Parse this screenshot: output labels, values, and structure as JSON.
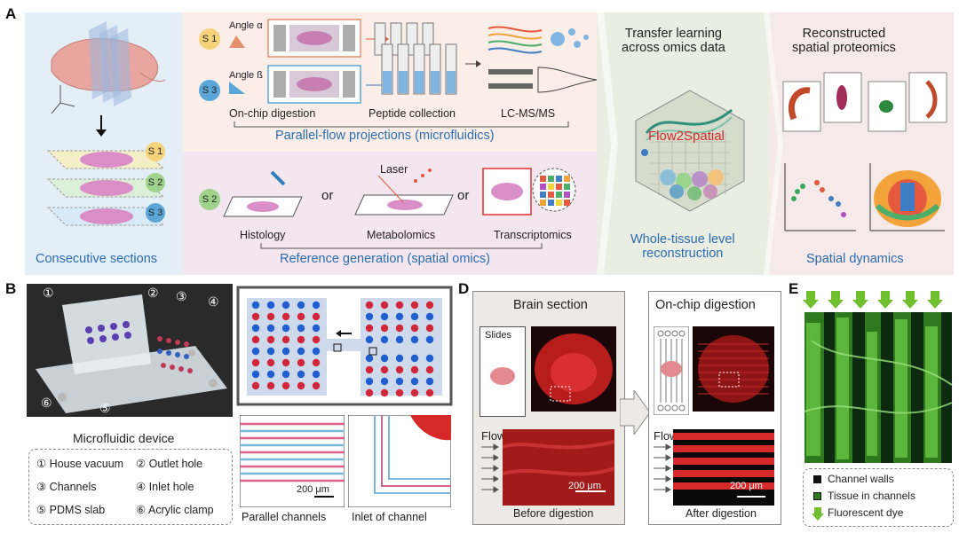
{
  "panel_a": {
    "label": "A",
    "consecutive_sections": "Consecutive sections",
    "section_tags": [
      "S 1",
      "S 2",
      "S 3"
    ],
    "angle_alpha": "Angle α",
    "angle_beta": "Angle ß",
    "s1": "S 1",
    "s3": "S 3",
    "s2": "S 2",
    "on_chip_digestion": "On-chip digestion",
    "peptide_collection": "Peptide collection",
    "lcms": "LC-MS/MS",
    "parallel_flow": "Parallel-flow projections (microfluidics)",
    "histology": "Histology",
    "or1": "or",
    "or2": "or",
    "laser": "Laser",
    "metabolomics": "Metabolomics",
    "transcriptomics": "Transcriptomics",
    "reference_generation": "Reference generation (spatial omics)",
    "transfer_learning": "Transfer learning\nacross omics data",
    "flow2spatial": "Flow2Spatial",
    "whole_tissue": "Whole-tissue level\nreconstruction",
    "reconstructed": "Reconstructed\nspatial proteomics",
    "spatial_dynamics": "Spatial dynamics"
  },
  "panel_b": {
    "label": "B",
    "callouts": [
      "①",
      "②",
      "③",
      "④",
      "⑤",
      "⑥"
    ],
    "device_caption": "Microfluidic device",
    "legend": [
      [
        "① House vacuum",
        "② Outlet hole"
      ],
      [
        "③ Channels",
        "④ Inlet hole"
      ],
      [
        "⑤ PDMS slab",
        "⑥ Acrylic clamp"
      ]
    ],
    "scale": "200 μm",
    "parallel_channels": "Parallel channels",
    "inlet_of_channel": "Inlet of channel"
  },
  "panel_d": {
    "label": "D",
    "brain_section": "Brain section",
    "slides": "Slides",
    "flow_left": "Flow",
    "scale_left": "200 μm",
    "before_digestion": "Before digestion",
    "on_chip_digestion": "On-chip digestion",
    "flow_right": "Flow",
    "scale_right": "200 μm",
    "after_digestion": "After digestion"
  },
  "panel_e": {
    "label": "E",
    "legend": [
      "Channel walls",
      "Tissue in channels",
      "Fluorescent dye"
    ]
  }
}
